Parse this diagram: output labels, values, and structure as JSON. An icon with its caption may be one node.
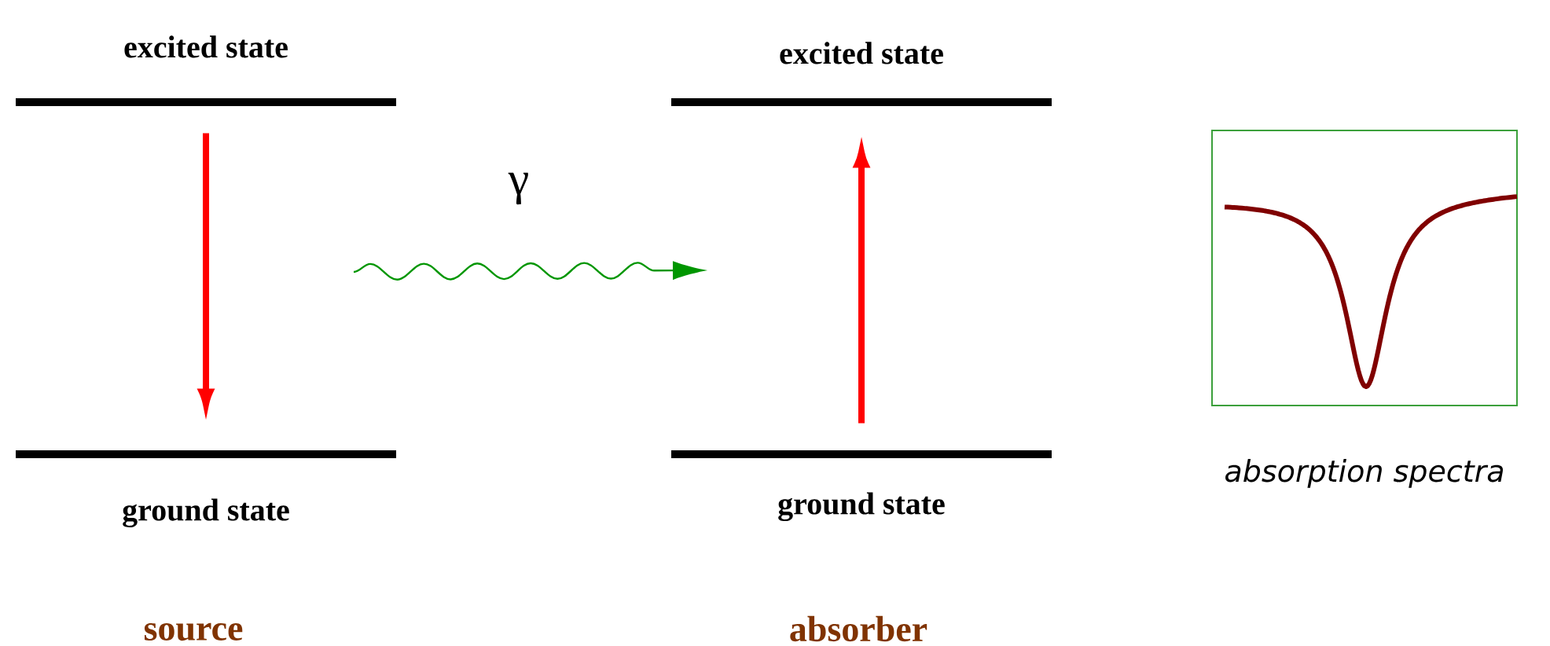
{
  "diagram": {
    "nodes": [
      {
        "text": [
          "excited state"
        ]
      },
      {
        "text": [
          "ground state"
        ]
      },
      {
        "text": [
          "excited state"
        ]
      },
      {
        "text": [
          "ground state"
        ]
      },
      {
        "text": [
          "absorption spectra"
        ]
      }
    ],
    "edges": [
      {
        "from": 0,
        "to": 1,
        "arrow": "to",
        "color": "#ff0000"
      },
      {
        "from": 3,
        "to": 2,
        "arrow": "to",
        "color": "#ff0000"
      }
    ],
    "labels": [
      "γ",
      "source",
      "absorber"
    ]
  }
}
